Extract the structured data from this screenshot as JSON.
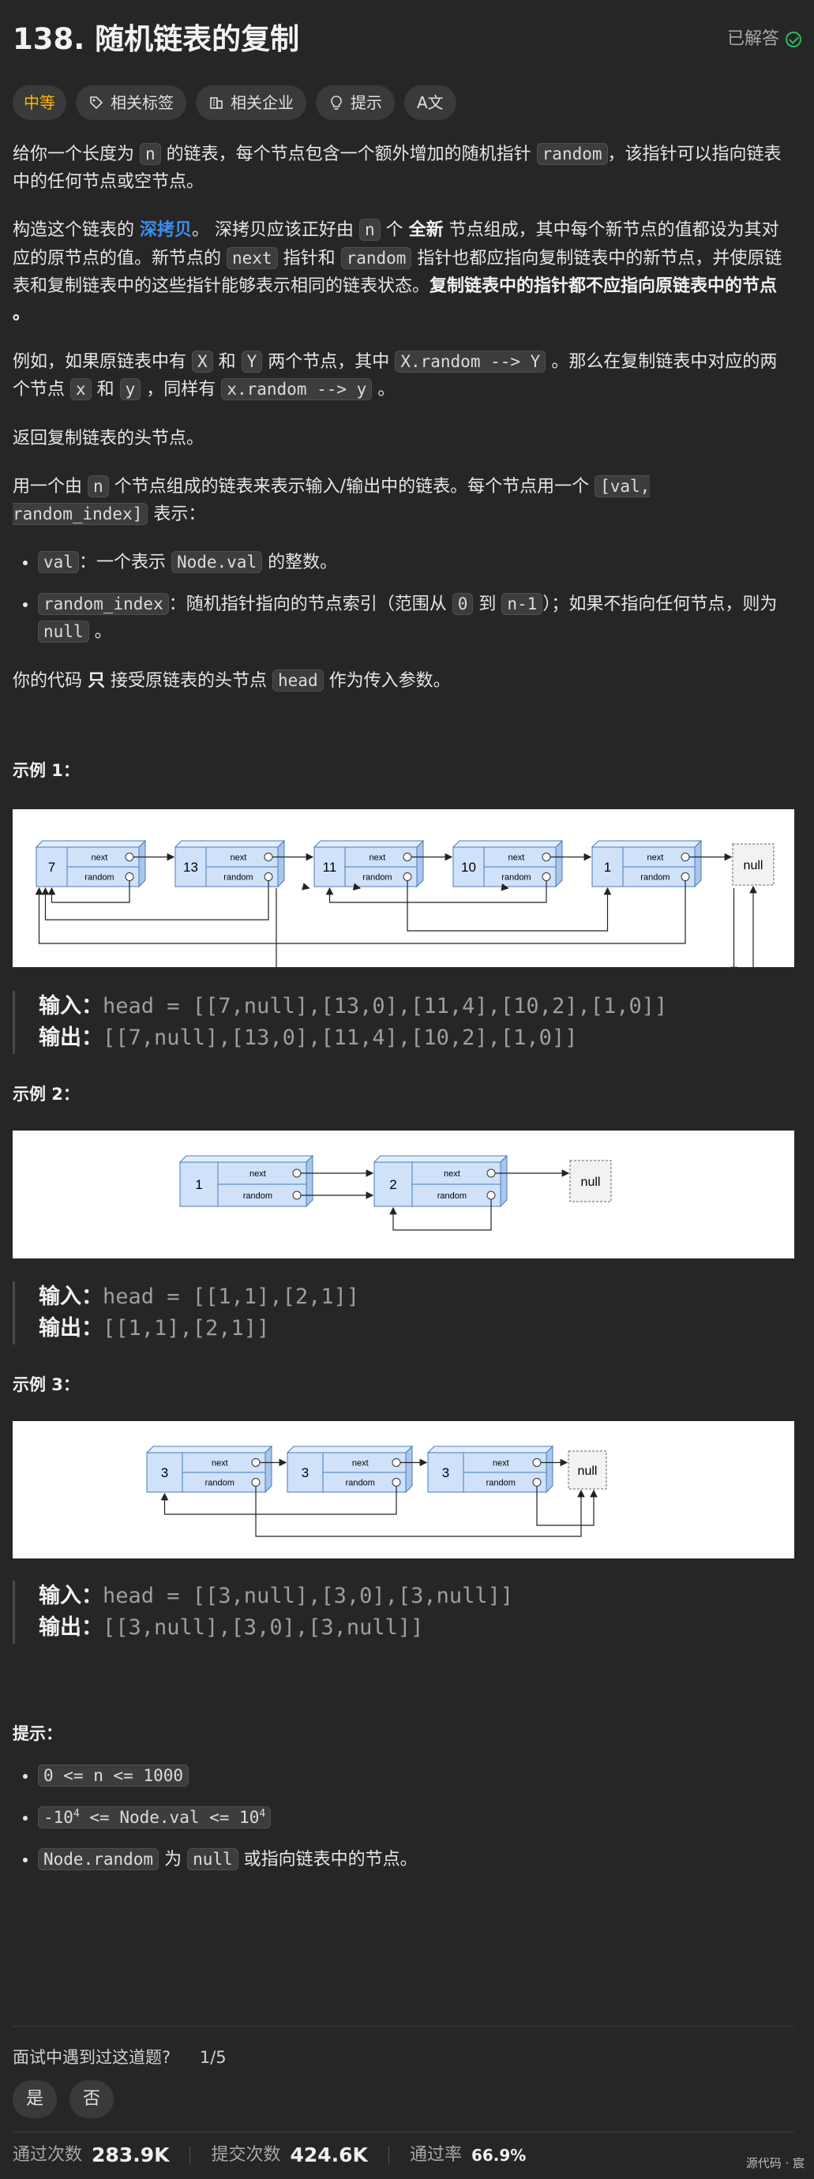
{
  "header": {
    "title": "138. 随机链表的复制",
    "solved_label": "已解答"
  },
  "tags": {
    "difficulty": "中等",
    "related_tags": "相关标签",
    "related_companies": "相关企业",
    "hint": "提示",
    "translate": "A文"
  },
  "desc": {
    "p1_a": "给你一个长度为 ",
    "p1_code": "n",
    "p1_b": " 的链表，每个节点包含一个额外增加的随机指针 ",
    "p1_code2": "random",
    "p1_c": "，该指针可以指向链表中的任何节点或空节点。",
    "p2_a": "构造这个链表的 ",
    "p2_link": "深拷贝",
    "p2_b": "。 深拷贝应该正好由 ",
    "p2_code": "n",
    "p2_c": " 个 ",
    "p2_bold": "全新",
    "p2_d": " 节点组成，其中每个新节点的值都设为其对应的原节点的值。新节点的 ",
    "p2_code2": "next",
    "p2_e": " 指针和 ",
    "p2_code3": "random",
    "p2_f": " 指针也都应指向复制链表中的新节点，并使原链表和复制链表中的这些指针能够表示相同的链表状态。",
    "p2_bold2": "复制链表中的指针都不应指向原链表中的节点 ",
    "p3_a": "例如，如果原链表中有 ",
    "p3_c1": "X",
    "p3_b": " 和 ",
    "p3_c2": "Y",
    "p3_c": " 两个节点，其中 ",
    "p3_c3": "X.random --> Y",
    "p3_d": " 。那么在复制链表中对应的两个节点 ",
    "p3_c4": "x",
    "p3_e": " 和 ",
    "p3_c5": "y",
    "p3_f": " ，同样有 ",
    "p3_c6": "x.random --> y",
    "p3_g": " 。",
    "p4": "返回复制链表的头节点。",
    "p5_a": "用一个由 ",
    "p5_code": "n",
    "p5_b": " 个节点组成的链表来表示输入/输出中的链表。每个节点用一个 ",
    "p5_code2": "[val, random_index]",
    "p5_c": " 表示：",
    "li1_code": "val",
    "li1_text": "：一个表示 ",
    "li1_code2": "Node.val",
    "li1_text2": " 的整数。",
    "li2_code": "random_index",
    "li2_text": "：随机指针指向的节点索引（范围从 ",
    "li2_code2": "0",
    "li2_text2": " 到 ",
    "li2_code3": "n-1",
    "li2_text3": "）；如果不指向任何节点，则为  ",
    "li2_code4": "null",
    "li2_text4": " 。",
    "p6_a": "你的代码 ",
    "p6_bold": "只",
    "p6_b": " 接受原链表的头节点 ",
    "p6_code": "head",
    "p6_c": " 作为传入参数。"
  },
  "examples": [
    {
      "title": "示例 1：",
      "input_label": "输入：",
      "input": "head = [[7,null],[13,0],[11,4],[10,2],[1,0]]",
      "output_label": "输出：",
      "output": "[[7,null],[13,0],[11,4],[10,2],[1,0]]",
      "nodes": [
        "7",
        "13",
        "11",
        "10",
        "1"
      ]
    },
    {
      "title": "示例 2：",
      "input_label": "输入：",
      "input": "head = [[1,1],[2,1]]",
      "output_label": "输出：",
      "output": "[[1,1],[2,1]]",
      "nodes": [
        "1",
        "2"
      ]
    },
    {
      "title": "示例 3：",
      "input_label": "输入：",
      "input": "head = [[3,null],[3,0],[3,null]]",
      "output_label": "输出：",
      "output": "[[3,null],[3,0],[3,null]]",
      "nodes": [
        "3",
        "3",
        "3"
      ]
    }
  ],
  "diagram": {
    "next_label": "next",
    "random_label": "random",
    "null_label": "null"
  },
  "hints": {
    "title": "提示：",
    "h1": "0 <= n <= 1000",
    "h2_a": "-10",
    "h2_sup": "4",
    "h2_b": " <= Node.val <= 10",
    "h2_sup2": "4",
    "h3_code": "Node.random",
    "h3_a": " 为 ",
    "h3_code2": "null",
    "h3_b": " 或指向链表中的节点。"
  },
  "interview": {
    "question": "面试中遇到过这道题?",
    "count": "1/5",
    "yes": "是",
    "no": "否"
  },
  "stats": {
    "accepted_label": "通过次数",
    "accepted": "283.9K",
    "submissions_label": "提交次数",
    "submissions": "424.6K",
    "rate_label": "通过率",
    "rate": "66.9%"
  },
  "footer": {
    "source": "源代码 · 宸"
  },
  "colors": {
    "accent": "#3b8ef5",
    "difficulty": "#ffb800",
    "solved": "#2cbb5d",
    "node_fill": "#cfe2fa",
    "node_stroke": "#4a7bb7"
  }
}
